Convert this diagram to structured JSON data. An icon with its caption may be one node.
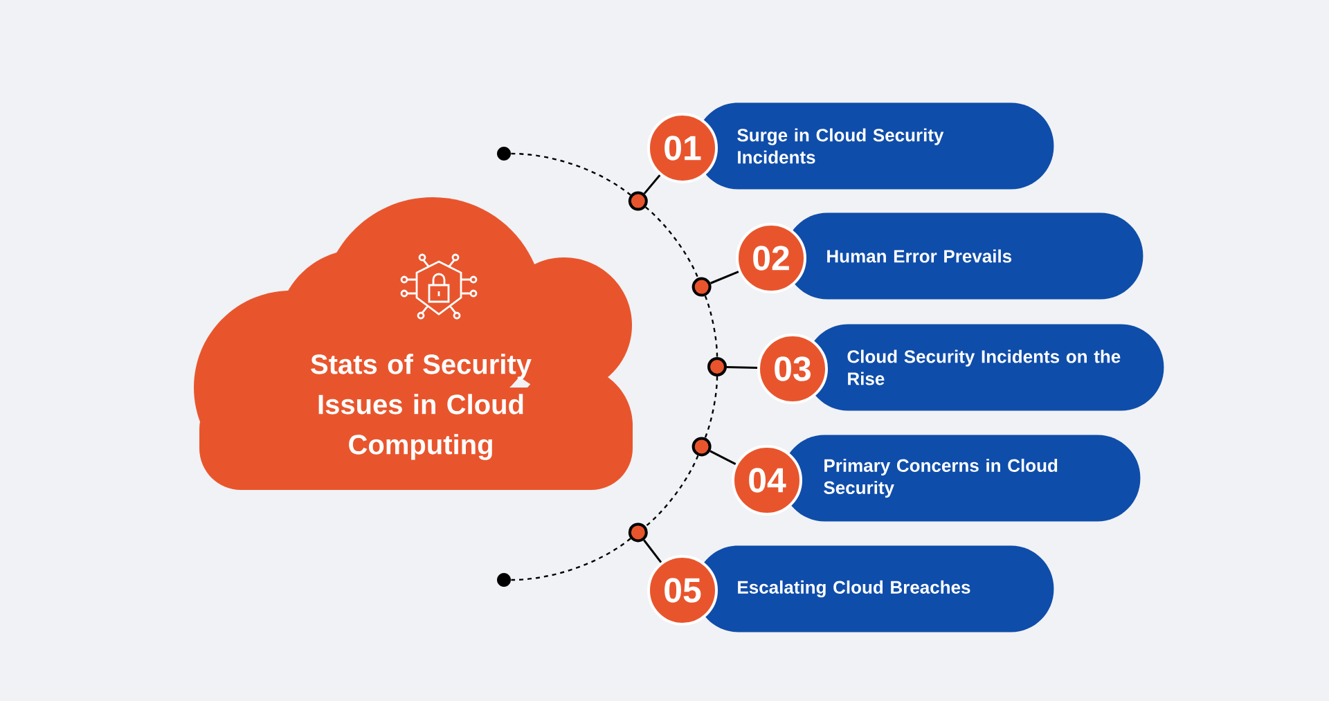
{
  "diagram": {
    "nodes": [
      {
        "text": [
          "Stats of Security Issues in Cloud Computing"
        ]
      },
      {
        "text": [
          "01",
          "Surge in Cloud Security Incidents"
        ]
      },
      {
        "text": [
          "02",
          "Human Error Prevails"
        ]
      },
      {
        "text": [
          "03",
          "Cloud Security Incidents on the Rise"
        ]
      },
      {
        "text": [
          "04",
          "Primary Concerns in Cloud Security"
        ]
      },
      {
        "text": [
          "05",
          "Escalating Cloud Breaches"
        ]
      },
      {
        "text": [],
        "shape": "circle"
      },
      {
        "text": [],
        "shape": "circle"
      },
      {
        "text": [],
        "shape": "circle"
      },
      {
        "text": [],
        "shape": "circle"
      },
      {
        "text": [],
        "shape": "circle"
      },
      {
        "text": [],
        "shape": "circle"
      },
      {
        "text": [],
        "shape": "circle"
      }
    ],
    "edges": [
      {
        "from": 6,
        "to": 7,
        "arrow": "none",
        "style": "dashed"
      },
      {
        "from": 7,
        "to": 8,
        "arrow": "none",
        "style": "dashed"
      },
      {
        "from": 8,
        "to": 9,
        "arrow": "none",
        "style": "dashed"
      },
      {
        "from": 9,
        "to": 10,
        "arrow": "none",
        "style": "dashed"
      },
      {
        "from": 10,
        "to": 11,
        "arrow": "none",
        "style": "dashed"
      },
      {
        "from": 11,
        "to": 12,
        "arrow": "none",
        "style": "dashed"
      },
      {
        "from": 7,
        "to": 1,
        "arrow": "none"
      },
      {
        "from": 8,
        "to": 2,
        "arrow": "none"
      },
      {
        "from": 9,
        "to": 3,
        "arrow": "none"
      },
      {
        "from": 10,
        "to": 4,
        "arrow": "none"
      },
      {
        "from": 11,
        "to": 5,
        "arrow": "none"
      }
    ]
  }
}
